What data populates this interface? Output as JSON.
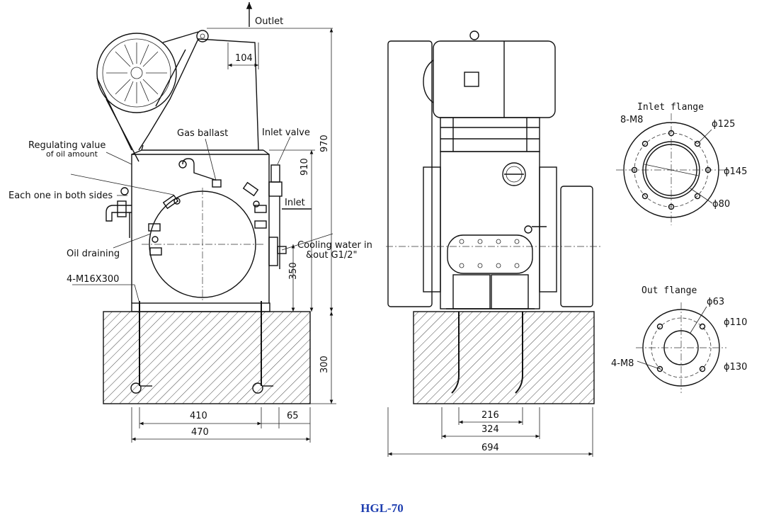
{
  "caption": "HGL-70",
  "side_view": {
    "labels": {
      "outlet": "Outlet",
      "regulating_1": "Regulating value",
      "regulating_2": "of oil amount",
      "gas_ballast": "Gas ballast",
      "inlet_valve": "Inlet valve",
      "inlet": "Inlet",
      "each_side": "Each one in both sides",
      "oil_draining": "Oil draining",
      "bolts": "4-M16X300",
      "cooling_1": "Cooling water in",
      "cooling_2": "&out G1/2\""
    },
    "dimensions": {
      "d104": "104",
      "d970": "970",
      "d910": "910",
      "d350": "350",
      "d300": "300",
      "d410": "410",
      "d65": "65",
      "d470": "470"
    }
  },
  "front_view": {
    "dimensions": {
      "d216": "216",
      "d324": "324",
      "d694": "694"
    }
  },
  "inlet_flange": {
    "title": "Inlet flange",
    "bolts": "8-M8",
    "d125": "ϕ125",
    "d145": "ϕ145",
    "d80": "ϕ80"
  },
  "out_flange": {
    "title": "Out flange",
    "d63": "ϕ63",
    "d110": "ϕ110",
    "bolts": "4-M8",
    "d130": "ϕ130"
  },
  "colors": {
    "caption": "#1f3fb0",
    "line": "#111111"
  }
}
